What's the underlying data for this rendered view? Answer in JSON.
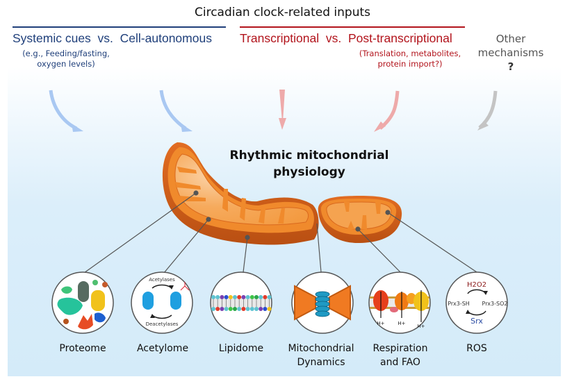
{
  "header": {
    "title": "Circadian clock-related inputs"
  },
  "input_groups": [
    {
      "id": "systemic-vs-cell",
      "left_label": "Systemic cues",
      "vs_label": "vs.",
      "right_label": "Cell-autonomous",
      "note_line1": "(e.g., Feeding/fasting,",
      "note_line2": "oxygen levels)",
      "color": "#1f3f7a"
    },
    {
      "id": "transcriptional-vs-post",
      "left_label": "Transcriptional",
      "vs_label": "vs.",
      "right_label": "Post-transcriptional",
      "note_line1": "(Translation, metabolites,",
      "note_line2": "protein import?)",
      "color": "#b2141c"
    },
    {
      "id": "other",
      "line1": "Other",
      "line2": "mechanisms",
      "mark": "?",
      "color": "#555555"
    }
  ],
  "arrows": [
    {
      "name": "systemic-arrow",
      "color": "#a9c8f2"
    },
    {
      "name": "cell-autonomous-arrow",
      "color": "#a9c8f2"
    },
    {
      "name": "transcriptional-arrow",
      "color": "#eeaaaa"
    },
    {
      "name": "post-transcriptional-arrow",
      "color": "#eeaaaa"
    },
    {
      "name": "other-mechanisms-arrow",
      "color": "#c4c4c4"
    }
  ],
  "center": {
    "line1": "Rhythmic mitochondrial",
    "line2": "physiology"
  },
  "outputs": [
    {
      "name": "proteome",
      "line1": "Proteome",
      "line2": ""
    },
    {
      "name": "acetylome",
      "line1": "Acetylome",
      "line2": "",
      "top_label": "Acetylases",
      "bottom_label": "Deacetylases"
    },
    {
      "name": "lipidome",
      "line1": "Lipidome",
      "line2": ""
    },
    {
      "name": "mitochondrial-dynamics",
      "line1": "Mitochondrial",
      "line2": "Dynamics"
    },
    {
      "name": "respiration-fao",
      "line1": "Respiration",
      "line2": "and FAO",
      "proton_label": "H+"
    },
    {
      "name": "ros",
      "line1": "ROS",
      "line2": "",
      "top_label": "H2O2",
      "left_label": "Prx3-SH",
      "right_label": "Prx3-SO2",
      "bottom_label": "Srx"
    }
  ],
  "colors": {
    "mito_outer": "#d8621c",
    "mito_fill": "#f08a2c",
    "mito_inner": "#f7a85a",
    "panel_bg": "#d4ebf9",
    "connector": "#555555"
  }
}
